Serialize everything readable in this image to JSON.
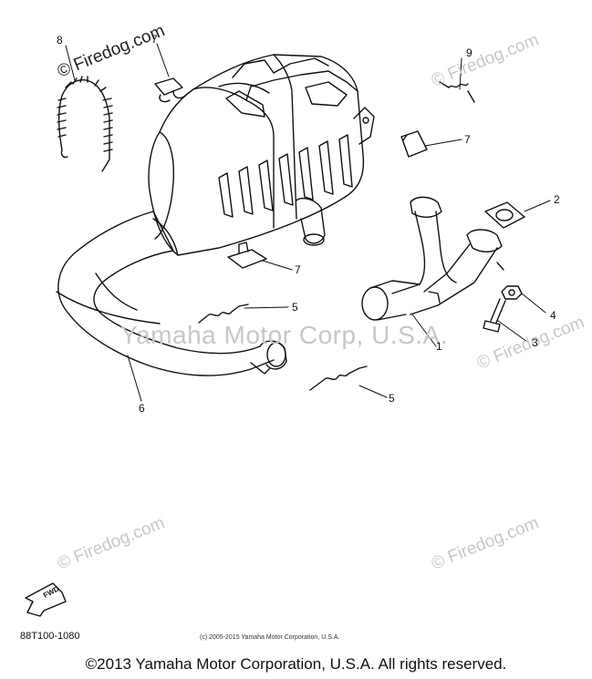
{
  "callouts": {
    "c1": "1",
    "c2": "2",
    "c3": "3",
    "c4": "4",
    "c5a": "5",
    "c5b": "5",
    "c6": "6",
    "c7a": "7",
    "c7b": "7",
    "c7c": "7",
    "c8": "8",
    "c9": "9"
  },
  "watermarks": {
    "firedog": "© Firedog.com",
    "center": "Yamaha Motor Corp, U.S.A."
  },
  "fwd_label": "FWD",
  "part_code": "88T100-1080",
  "small_copyright": "(c) 2005-2015 Yamaha Motor Corporation, U.S.A.",
  "footer": "©2013 Yamaha Motor Corporation, U.S.A. All rights reserved.",
  "colors": {
    "line": "#111111",
    "watermark": "#c9c9c9",
    "background": "#ffffff"
  }
}
